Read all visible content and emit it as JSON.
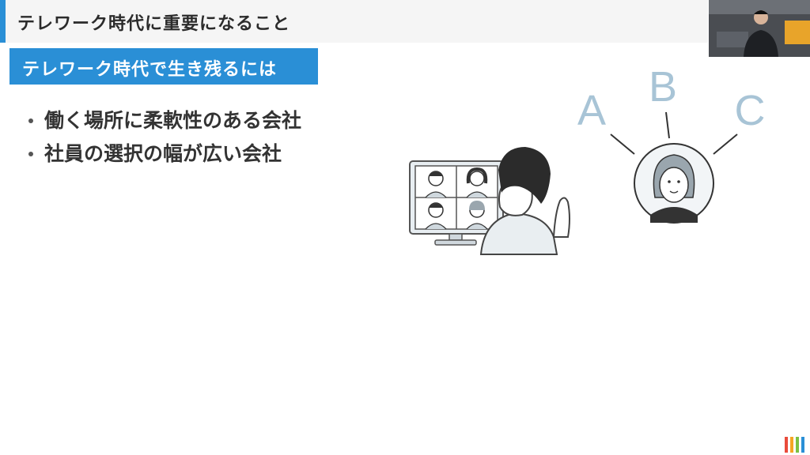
{
  "slide": {
    "title": "テレワーク時代に重要になること",
    "section_label": "テレワーク時代で生き残るには",
    "bullets": [
      "働く場所に柔軟性のある会社",
      "社員の選択の幅が広い会社"
    ]
  },
  "illustration": {
    "letters": [
      "A",
      "B",
      "C"
    ]
  },
  "colors": {
    "accent": "#2a8fd6",
    "logo_stripes": [
      "#e94b3c",
      "#f5a623",
      "#7ac143",
      "#2a8fd6"
    ]
  },
  "icons": [
    "person-video-call-illustration",
    "choice-avatar-illustration",
    "brand-logo-icon",
    "presenter-video-thumbnail"
  ]
}
